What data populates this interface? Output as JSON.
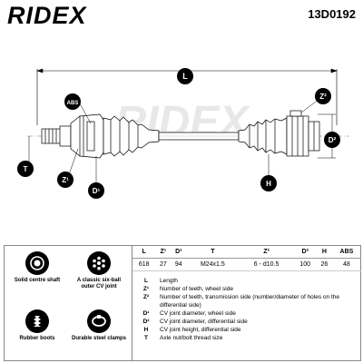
{
  "header": {
    "logo": "RIDEX",
    "part_number": "13D0192"
  },
  "drawing": {
    "callouts": [
      "L",
      "ABS",
      "Z¹",
      "D¹",
      "T",
      "Z²",
      "D²",
      "H"
    ],
    "watermark": "RIDEX"
  },
  "features": [
    {
      "icon": "solid-shaft-icon",
      "label": "Solid centre shaft"
    },
    {
      "icon": "cv-joint-icon",
      "label": "A classic six-ball outer CV joint"
    },
    {
      "icon": "rubber-boot-icon",
      "label": "Rubber boots"
    },
    {
      "icon": "steel-clamp-icon",
      "label": "Durable steel clamps"
    }
  ],
  "specs": {
    "headers": [
      "L",
      "Z¹",
      "D¹",
      "T",
      "Z²",
      "D²",
      "H",
      "ABS"
    ],
    "values": [
      "618",
      "27",
      "94",
      "M24x1.5",
      "6 - d10.5",
      "100",
      "26",
      "48"
    ]
  },
  "legend": [
    {
      "key": "L",
      "text": "Length"
    },
    {
      "key": "Z¹",
      "text": "Number of teeth, wheel side"
    },
    {
      "key": "Z²",
      "text": "Number of teeth, transmission side (number/diameter of holes on the differential side)"
    },
    {
      "key": "D¹",
      "text": "CV joint diameter, wheel side"
    },
    {
      "key": "D²",
      "text": "CV joint diameter, differential side"
    },
    {
      "key": "H",
      "text": "CV joint height, differential side"
    },
    {
      "key": "T",
      "text": "Axle nut/bolt thread size"
    }
  ]
}
